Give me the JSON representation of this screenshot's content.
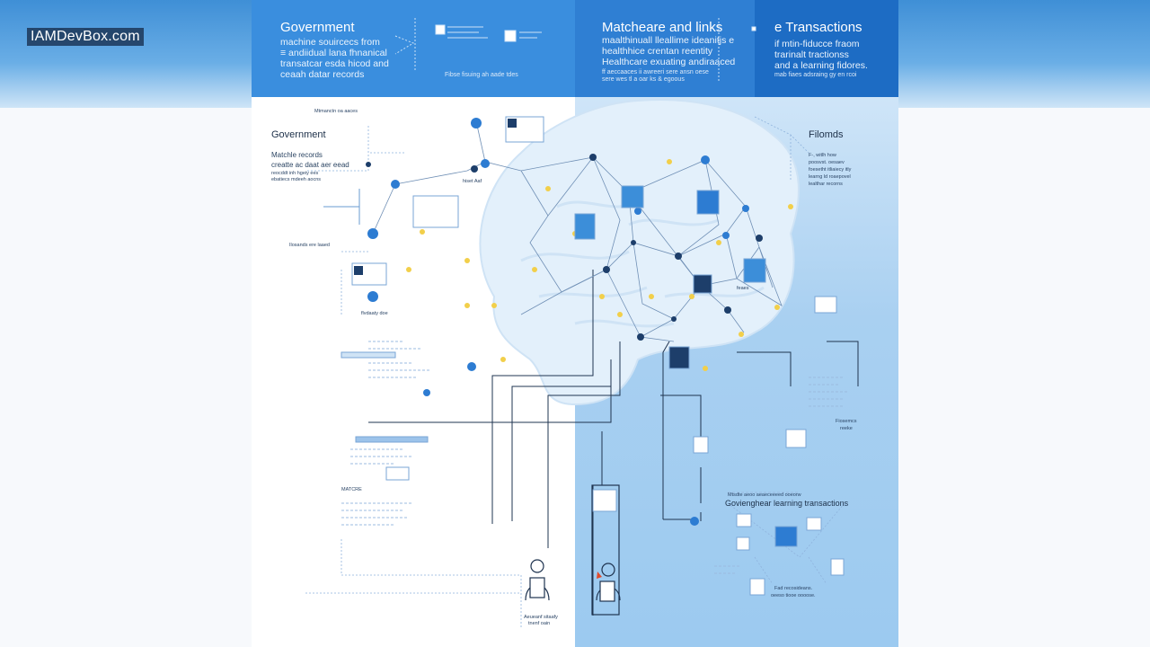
{
  "watermark": "IAMDevBox.com",
  "header": {
    "left": {
      "title": "Government",
      "lines": [
        "machine souircecs from",
        "≡ andiidual lana fhnanical",
        "transatcar esda hicod and",
        "ceaah datar records"
      ],
      "caption": "Fibse fisuing ah aade tdes"
    },
    "middle": {
      "title": "Matcheare and links",
      "lines": [
        "maalthinuall lleallime ideanitjs e",
        "healthhice crentan reentity",
        "Healthcare exuating andiraaced"
      ],
      "caption": "ff aeccaaces ii awreeri sere ansn oese",
      "caption2": "sere wes tl a oar ks & egoous"
    },
    "right": {
      "title": "e Transactions",
      "lines": [
        "if mtin-fiducce fraom",
        "trarinalt tractionss",
        "and a learning fidores."
      ],
      "caption": "mab fiaes adsraing gy en rcoi"
    }
  },
  "left_panel": {
    "title": "Government",
    "lines": [
      "Matchle records",
      "creatte ac daat aer eead",
      "reocddt inh hgeiy ees",
      "ebatiecs mdeeh aocns"
    ],
    "label_a": "Ilosands ere laaed",
    "label_b": "flvdaaty doe",
    "label_c": "MATCRE",
    "label_d": "hiset Aaf",
    "label_e": "Mtmanctn oa aaces"
  },
  "right_panel": {
    "title": "Filomds",
    "lines": [
      "F-, witlh how",
      "poosvst. oesaev",
      "foesetht itliaiecy itly",
      "learng ld roaepovel",
      "lealthar recorns"
    ],
    "label_a": "feaes",
    "label_b": "Fiosemcs",
    "label_c": "reeke"
  },
  "bottom": {
    "caption": "Govienghear learning transactions",
    "caption_small": "Mtsdte aeoo aeaeceeeed ooeorw",
    "left_figure_caption": "Aeueanf sitaafy",
    "left_figure_caption2": "tnenf oain",
    "right_caption": "Fad recosideans.",
    "right_caption2": "oeeso tiooe oooose."
  },
  "colors": {
    "header_left": "#3a8ede",
    "header_right": "#1d6cc4",
    "node_dark": "#1d3e6a",
    "node_blue": "#2d7cd2",
    "node_yellow": "#f2cf4a",
    "brain": "#e3f0fb"
  }
}
